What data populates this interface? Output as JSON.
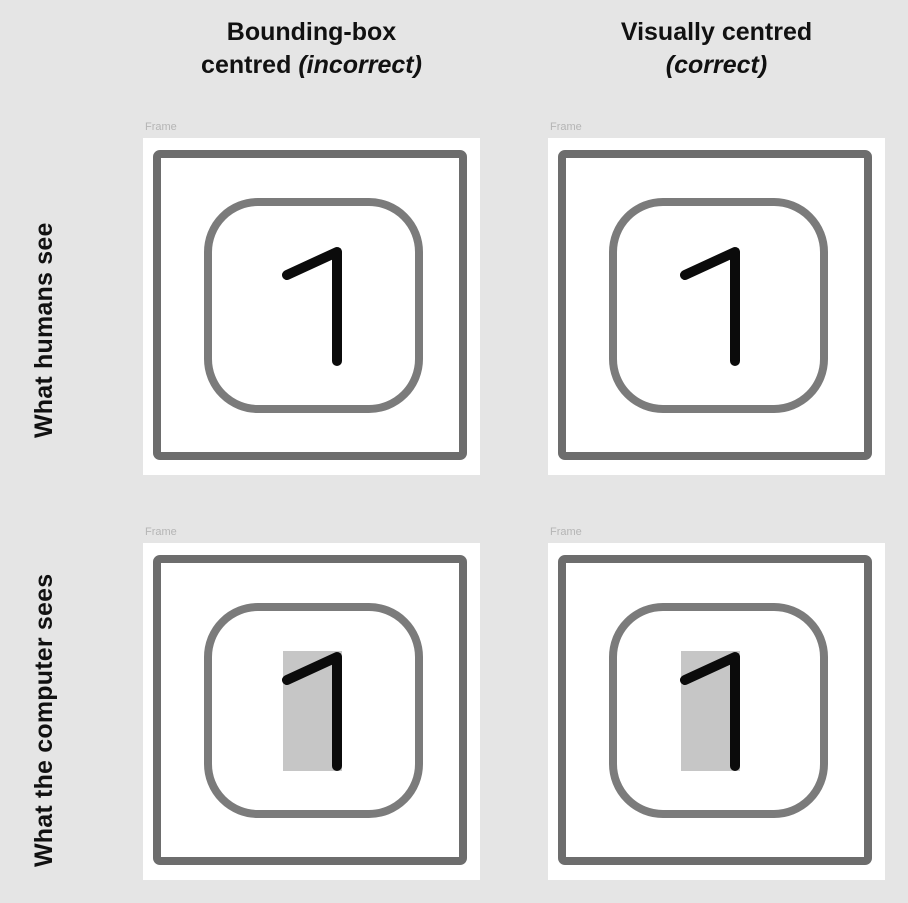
{
  "diagram": {
    "columns": [
      {
        "header_line1": "Bounding-box",
        "header_line2_plain": "centred ",
        "header_line2_italic": "(incorrect)"
      },
      {
        "header_line1": "Visually centred",
        "header_line2_plain": "",
        "header_line2_italic": "(correct)"
      }
    ],
    "rows": [
      {
        "label": "What humans see"
      },
      {
        "label": "What the computer sees"
      }
    ],
    "frame_label": "Frame",
    "digit": "1",
    "colors": {
      "page_bg": "#e5e5e5",
      "panel_bg": "#ffffff",
      "outer_border": "#6d6d6d",
      "inner_border": "#7b7b7b",
      "digit": "#0b0b0b",
      "bbox_fill": "#c6c6c6",
      "frame_label": "#b5b5b5",
      "heading_text": "#111111"
    }
  }
}
